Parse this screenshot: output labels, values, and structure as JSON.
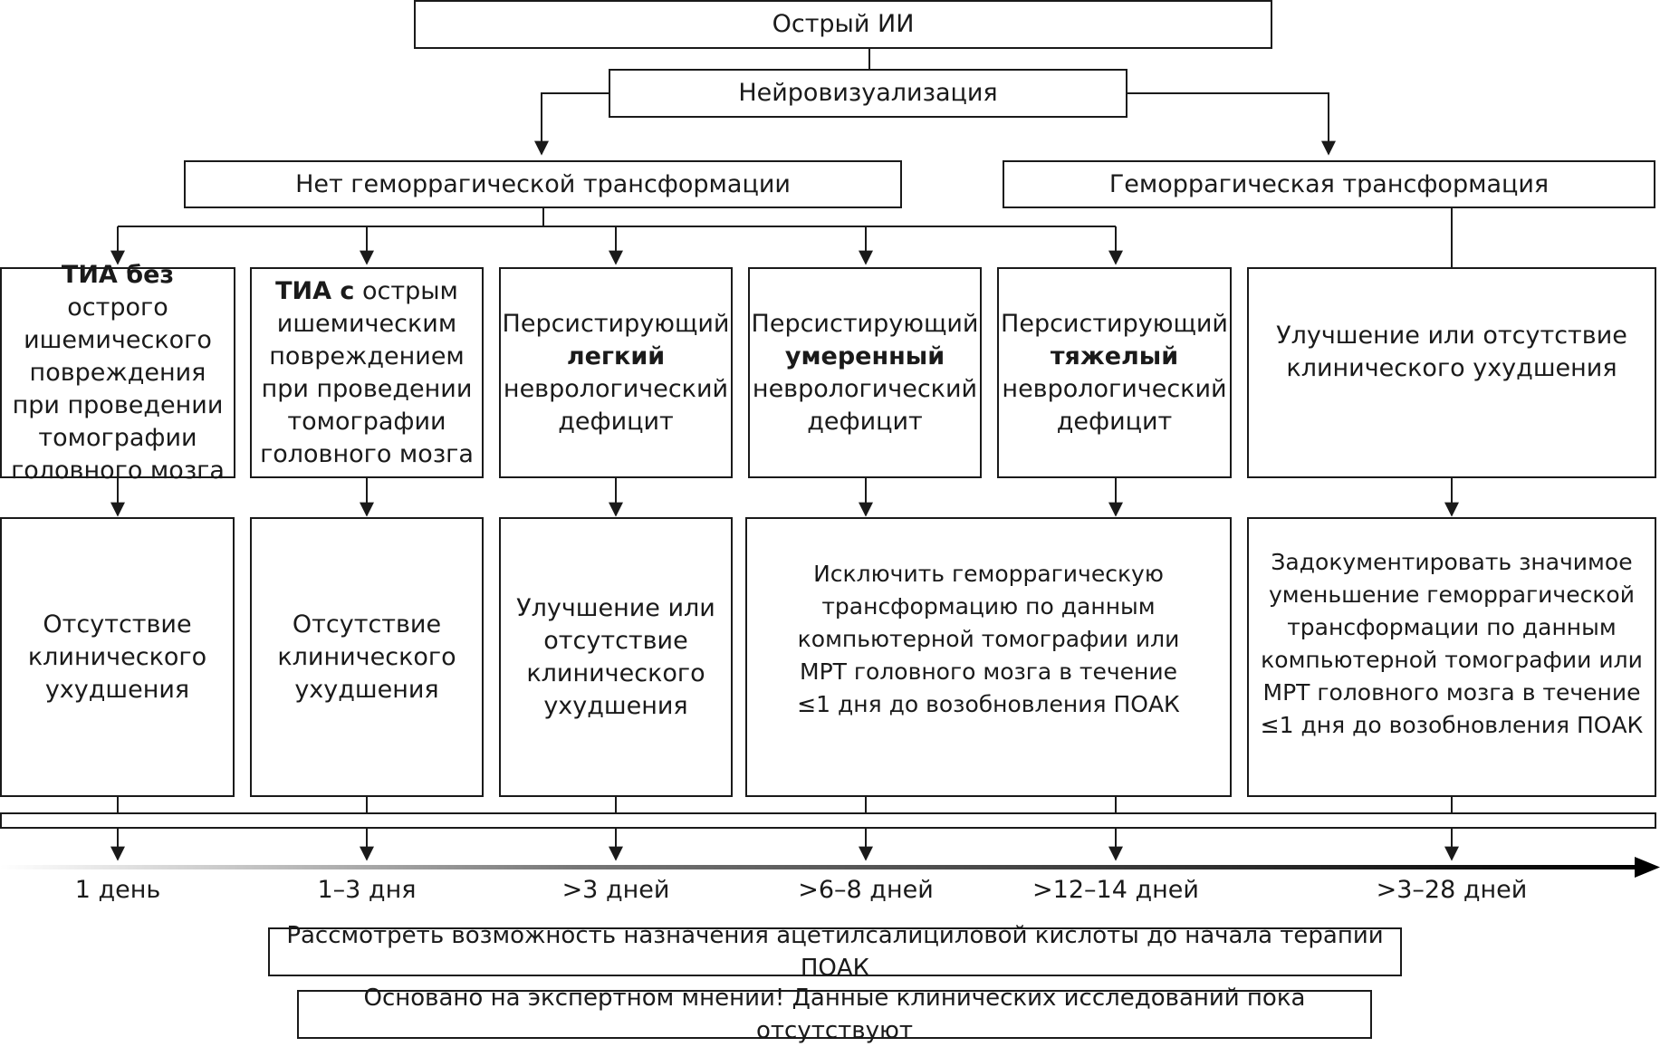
{
  "root": {
    "label": "Острый ИИ"
  },
  "imaging": {
    "label": "Нейровизуализация"
  },
  "branches": {
    "no_ht": "Нет геморрагической трансформации",
    "ht": "Геморрагическая трансформация"
  },
  "severity": [
    {
      "bold": "ТИА без",
      "rest": " острого ишемического повреждения при проведении томографии головного мозга"
    },
    {
      "bold": "ТИА с",
      "rest": " острым ишемическим повреждением при проведении томографии головного мозга"
    },
    {
      "pre": "Персистирующий ",
      "bold": "легкий",
      "post": " неврологический дефицит"
    },
    {
      "pre": "Персистирующий ",
      "bold": "умеренный",
      "post": " неврологический дефицит"
    },
    {
      "pre": "Персистирующий ",
      "bold": "тяжелый",
      "post": " неврологический дефицит"
    }
  ],
  "ht_status": "Улучшение или отсутствие клинического ухудшения",
  "outcomes": [
    "Отсутствие клинического ухудшения",
    "Отсутствие клинического ухудшения",
    "Улучшение или отсутствие клинического ухудшения",
    "Исключить геморрагическую трансформацию по данным компьютерной томографии или МРТ головного мозга в течение ≤1 дня до возобновления ПОАК",
    "Задокументировать значимое уменьшение геморрагической трансформации по данным компьютерной томографии или МРТ головного мозга в течение ≤1 дня до возобновления ПОАК"
  ],
  "timeline": [
    "1 день",
    "1–3 дня",
    ">3 дней",
    ">6–8 дней",
    ">12–14 дней",
    ">3–28 дней"
  ],
  "notes": {
    "aspirin": "Рассмотреть возможность назначения ацетилсалициловой кислоты до начала терапии ПОАК",
    "evidence": "Основано на экспертном мнении! Данные клинических исследований пока отсутствуют"
  }
}
